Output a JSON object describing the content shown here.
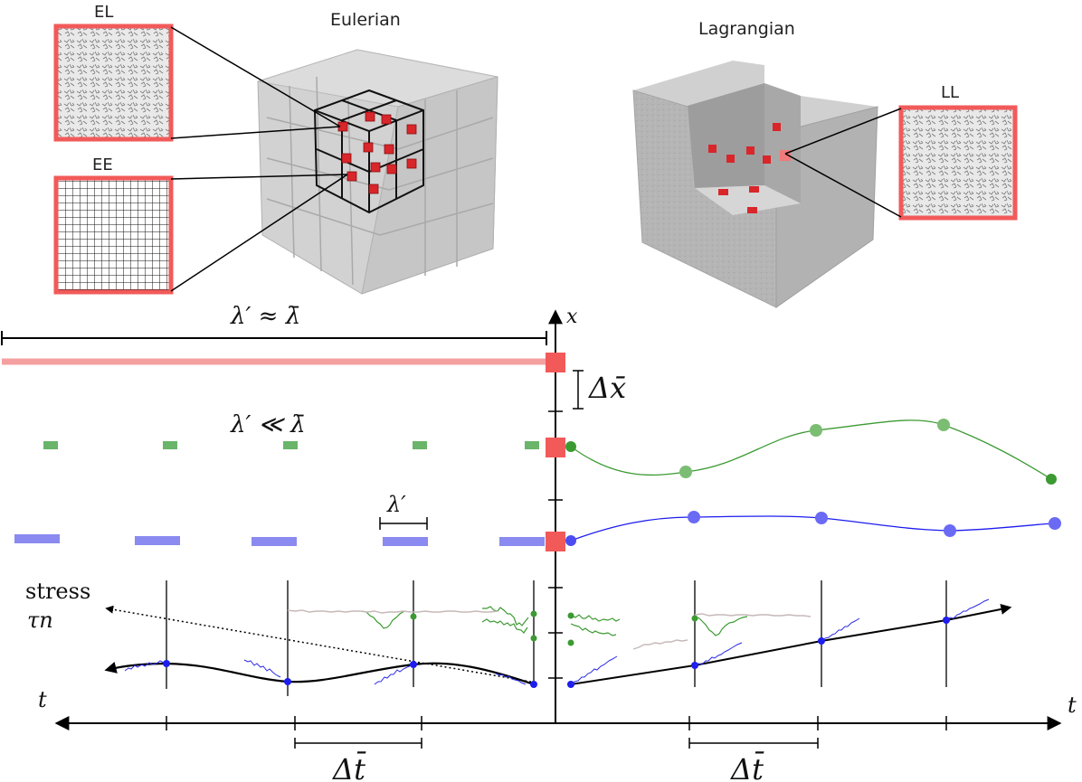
{
  "labels": {
    "el": "EL",
    "ee": "EE",
    "ll": "LL",
    "eulerian": "Eulerian",
    "lagrangian": "Lagrangian",
    "lambda_approx": "λ′ ≈ λ̄",
    "lambda_much_less": "λ′ ≪ λ̄",
    "lambda_prime": "λ′",
    "delta_x": "Δx̄",
    "x_axis": "x",
    "t_left": "t",
    "t_right": "t",
    "stress": "stress",
    "tau_n": "τn",
    "delta_t_left": "Δt̄",
    "delta_t_right": "Δt̄"
  },
  "colors": {
    "red": "#f25a5a",
    "red_light": "#f5a0a0",
    "green": "#3c9a32",
    "green_light": "#6ab56a",
    "blue": "#1d1df0",
    "blue_light": "#8a8af0",
    "gray_box": "#b9b9b9",
    "gray_dark": "#9a9a9a"
  },
  "icons": {
    "el_panel": "noise-texture-square",
    "ee_panel": "grid-mesh-square",
    "ll_panel": "noise-texture-square",
    "eulerian_cube": "gridded-cube-icon",
    "lagrangian_cube": "cutaway-cube-icon"
  }
}
